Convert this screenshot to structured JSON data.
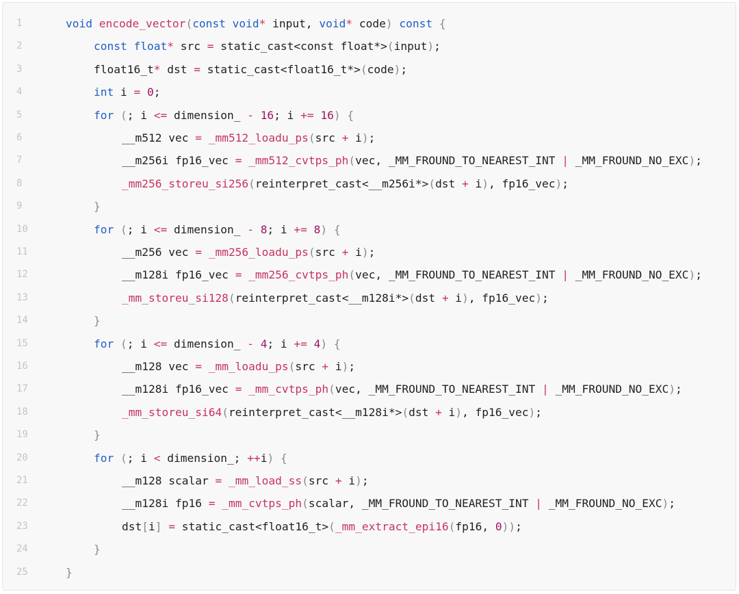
{
  "theme": {
    "keyword": "#1f5fc7",
    "function": "#c6335d",
    "number": "#a0125f",
    "operator": "#c6335d",
    "bracket": "#8a8a8a",
    "plain": "#1f1f1f",
    "line_number": "#c4c4c4"
  },
  "code": {
    "lines": [
      {
        "num": "1",
        "indent": 0,
        "tokens": [
          [
            "void",
            "kw"
          ],
          [
            " ",
            "plain"
          ],
          [
            "encode_vector",
            "fn"
          ],
          [
            "(",
            "br"
          ],
          [
            "const",
            "kw"
          ],
          [
            " ",
            "plain"
          ],
          [
            "void",
            "kw"
          ],
          [
            "*",
            "op"
          ],
          [
            " input, ",
            "plain"
          ],
          [
            "void",
            "kw"
          ],
          [
            "*",
            "op"
          ],
          [
            " code",
            "plain"
          ],
          [
            ")",
            "br"
          ],
          [
            " ",
            "plain"
          ],
          [
            "const",
            "kw"
          ],
          [
            " ",
            "plain"
          ],
          [
            "{",
            "br"
          ]
        ]
      },
      {
        "num": "2",
        "indent": 1,
        "tokens": [
          [
            "const",
            "kw"
          ],
          [
            " ",
            "plain"
          ],
          [
            "float",
            "kw"
          ],
          [
            "*",
            "op"
          ],
          [
            " src ",
            "plain"
          ],
          [
            "=",
            "op"
          ],
          [
            " static_cast<const float*>",
            "plain"
          ],
          [
            "(",
            "br"
          ],
          [
            "input",
            "plain"
          ],
          [
            ")",
            "br"
          ],
          [
            ";",
            "plain"
          ]
        ]
      },
      {
        "num": "3",
        "indent": 1,
        "tokens": [
          [
            "float16_t",
            "plain"
          ],
          [
            "*",
            "op"
          ],
          [
            " dst ",
            "plain"
          ],
          [
            "=",
            "op"
          ],
          [
            " static_cast<float16_t*>",
            "plain"
          ],
          [
            "(",
            "br"
          ],
          [
            "code",
            "plain"
          ],
          [
            ")",
            "br"
          ],
          [
            ";",
            "plain"
          ]
        ]
      },
      {
        "num": "4",
        "indent": 1,
        "tokens": [
          [
            "int",
            "kw"
          ],
          [
            " i ",
            "plain"
          ],
          [
            "=",
            "op"
          ],
          [
            " ",
            "plain"
          ],
          [
            "0",
            "num"
          ],
          [
            ";",
            "plain"
          ]
        ]
      },
      {
        "num": "5",
        "indent": 1,
        "tokens": [
          [
            "for",
            "kw"
          ],
          [
            " ",
            "plain"
          ],
          [
            "(",
            "br"
          ],
          [
            "; i ",
            "plain"
          ],
          [
            "<=",
            "op"
          ],
          [
            " dimension_ ",
            "plain"
          ],
          [
            "-",
            "op"
          ],
          [
            " ",
            "plain"
          ],
          [
            "16",
            "num"
          ],
          [
            "; i ",
            "plain"
          ],
          [
            "+=",
            "op"
          ],
          [
            " ",
            "plain"
          ],
          [
            "16",
            "num"
          ],
          [
            ")",
            "br"
          ],
          [
            " ",
            "plain"
          ],
          [
            "{",
            "br"
          ]
        ]
      },
      {
        "num": "6",
        "indent": 2,
        "tokens": [
          [
            "__m512 vec ",
            "plain"
          ],
          [
            "=",
            "op"
          ],
          [
            " ",
            "plain"
          ],
          [
            "_mm512_loadu_ps",
            "fn"
          ],
          [
            "(",
            "br"
          ],
          [
            "src ",
            "plain"
          ],
          [
            "+",
            "op"
          ],
          [
            " i",
            "plain"
          ],
          [
            ")",
            "br"
          ],
          [
            ";",
            "plain"
          ]
        ]
      },
      {
        "num": "7",
        "indent": 2,
        "tokens": [
          [
            "__m256i fp16_vec ",
            "plain"
          ],
          [
            "=",
            "op"
          ],
          [
            " ",
            "plain"
          ],
          [
            "_mm512_cvtps_ph",
            "fn"
          ],
          [
            "(",
            "br"
          ],
          [
            "vec, _MM_FROUND_TO_NEAREST_INT ",
            "plain"
          ],
          [
            "|",
            "op"
          ],
          [
            " _MM_FROUND_NO_EXC",
            "plain"
          ],
          [
            ")",
            "br"
          ],
          [
            ";",
            "plain"
          ]
        ]
      },
      {
        "num": "8",
        "indent": 2,
        "tokens": [
          [
            "_mm256_storeu_si256",
            "fn"
          ],
          [
            "(",
            "br"
          ],
          [
            "reinterpret_cast<__m256i*>",
            "plain"
          ],
          [
            "(",
            "br"
          ],
          [
            "dst ",
            "plain"
          ],
          [
            "+",
            "op"
          ],
          [
            " i",
            "plain"
          ],
          [
            ")",
            "br"
          ],
          [
            ", fp16_vec",
            "plain"
          ],
          [
            ")",
            "br"
          ],
          [
            ";",
            "plain"
          ]
        ]
      },
      {
        "num": "9",
        "indent": 1,
        "tokens": [
          [
            "}",
            "br"
          ]
        ]
      },
      {
        "num": "10",
        "indent": 1,
        "tokens": [
          [
            "for",
            "kw"
          ],
          [
            " ",
            "plain"
          ],
          [
            "(",
            "br"
          ],
          [
            "; i ",
            "plain"
          ],
          [
            "<=",
            "op"
          ],
          [
            " dimension_ ",
            "plain"
          ],
          [
            "-",
            "op"
          ],
          [
            " ",
            "plain"
          ],
          [
            "8",
            "num"
          ],
          [
            "; i ",
            "plain"
          ],
          [
            "+=",
            "op"
          ],
          [
            " ",
            "plain"
          ],
          [
            "8",
            "num"
          ],
          [
            ")",
            "br"
          ],
          [
            " ",
            "plain"
          ],
          [
            "{",
            "br"
          ]
        ]
      },
      {
        "num": "11",
        "indent": 2,
        "tokens": [
          [
            "__m256 vec ",
            "plain"
          ],
          [
            "=",
            "op"
          ],
          [
            " ",
            "plain"
          ],
          [
            "_mm256_loadu_ps",
            "fn"
          ],
          [
            "(",
            "br"
          ],
          [
            "src ",
            "plain"
          ],
          [
            "+",
            "op"
          ],
          [
            " i",
            "plain"
          ],
          [
            ")",
            "br"
          ],
          [
            ";",
            "plain"
          ]
        ]
      },
      {
        "num": "12",
        "indent": 2,
        "tokens": [
          [
            "__m128i fp16_vec ",
            "plain"
          ],
          [
            "=",
            "op"
          ],
          [
            " ",
            "plain"
          ],
          [
            "_mm256_cvtps_ph",
            "fn"
          ],
          [
            "(",
            "br"
          ],
          [
            "vec, _MM_FROUND_TO_NEAREST_INT ",
            "plain"
          ],
          [
            "|",
            "op"
          ],
          [
            " _MM_FROUND_NO_EXC",
            "plain"
          ],
          [
            ")",
            "br"
          ],
          [
            ";",
            "plain"
          ]
        ]
      },
      {
        "num": "13",
        "indent": 2,
        "tokens": [
          [
            "_mm_storeu_si128",
            "fn"
          ],
          [
            "(",
            "br"
          ],
          [
            "reinterpret_cast<__m128i*>",
            "plain"
          ],
          [
            "(",
            "br"
          ],
          [
            "dst ",
            "plain"
          ],
          [
            "+",
            "op"
          ],
          [
            " i",
            "plain"
          ],
          [
            ")",
            "br"
          ],
          [
            ", fp16_vec",
            "plain"
          ],
          [
            ")",
            "br"
          ],
          [
            ";",
            "plain"
          ]
        ]
      },
      {
        "num": "14",
        "indent": 1,
        "tokens": [
          [
            "}",
            "br"
          ]
        ]
      },
      {
        "num": "15",
        "indent": 1,
        "tokens": [
          [
            "for",
            "kw"
          ],
          [
            " ",
            "plain"
          ],
          [
            "(",
            "br"
          ],
          [
            "; i ",
            "plain"
          ],
          [
            "<=",
            "op"
          ],
          [
            " dimension_ ",
            "plain"
          ],
          [
            "-",
            "op"
          ],
          [
            " ",
            "plain"
          ],
          [
            "4",
            "num"
          ],
          [
            "; i ",
            "plain"
          ],
          [
            "+=",
            "op"
          ],
          [
            " ",
            "plain"
          ],
          [
            "4",
            "num"
          ],
          [
            ")",
            "br"
          ],
          [
            " ",
            "plain"
          ],
          [
            "{",
            "br"
          ]
        ]
      },
      {
        "num": "16",
        "indent": 2,
        "tokens": [
          [
            "__m128 vec ",
            "plain"
          ],
          [
            "=",
            "op"
          ],
          [
            " ",
            "plain"
          ],
          [
            "_mm_loadu_ps",
            "fn"
          ],
          [
            "(",
            "br"
          ],
          [
            "src ",
            "plain"
          ],
          [
            "+",
            "op"
          ],
          [
            " i",
            "plain"
          ],
          [
            ")",
            "br"
          ],
          [
            ";",
            "plain"
          ]
        ]
      },
      {
        "num": "17",
        "indent": 2,
        "tokens": [
          [
            "__m128i fp16_vec ",
            "plain"
          ],
          [
            "=",
            "op"
          ],
          [
            " ",
            "plain"
          ],
          [
            "_mm_cvtps_ph",
            "fn"
          ],
          [
            "(",
            "br"
          ],
          [
            "vec, _MM_FROUND_TO_NEAREST_INT ",
            "plain"
          ],
          [
            "|",
            "op"
          ],
          [
            " _MM_FROUND_NO_EXC",
            "plain"
          ],
          [
            ")",
            "br"
          ],
          [
            ";",
            "plain"
          ]
        ]
      },
      {
        "num": "18",
        "indent": 2,
        "tokens": [
          [
            "_mm_storeu_si64",
            "fn"
          ],
          [
            "(",
            "br"
          ],
          [
            "reinterpret_cast<__m128i*>",
            "plain"
          ],
          [
            "(",
            "br"
          ],
          [
            "dst ",
            "plain"
          ],
          [
            "+",
            "op"
          ],
          [
            " i",
            "plain"
          ],
          [
            ")",
            "br"
          ],
          [
            ", fp16_vec",
            "plain"
          ],
          [
            ")",
            "br"
          ],
          [
            ";",
            "plain"
          ]
        ]
      },
      {
        "num": "19",
        "indent": 1,
        "tokens": [
          [
            "}",
            "br"
          ]
        ]
      },
      {
        "num": "20",
        "indent": 1,
        "tokens": [
          [
            "for",
            "kw"
          ],
          [
            " ",
            "plain"
          ],
          [
            "(",
            "br"
          ],
          [
            "; i ",
            "plain"
          ],
          [
            "<",
            "op"
          ],
          [
            " dimension_; ",
            "plain"
          ],
          [
            "++",
            "op"
          ],
          [
            "i",
            "plain"
          ],
          [
            ")",
            "br"
          ],
          [
            " ",
            "plain"
          ],
          [
            "{",
            "br"
          ]
        ]
      },
      {
        "num": "21",
        "indent": 2,
        "tokens": [
          [
            "__m128 scalar ",
            "plain"
          ],
          [
            "=",
            "op"
          ],
          [
            " ",
            "plain"
          ],
          [
            "_mm_load_ss",
            "fn"
          ],
          [
            "(",
            "br"
          ],
          [
            "src ",
            "plain"
          ],
          [
            "+",
            "op"
          ],
          [
            " i",
            "plain"
          ],
          [
            ")",
            "br"
          ],
          [
            ";",
            "plain"
          ]
        ]
      },
      {
        "num": "22",
        "indent": 2,
        "tokens": [
          [
            "__m128i fp16 ",
            "plain"
          ],
          [
            "=",
            "op"
          ],
          [
            " ",
            "plain"
          ],
          [
            "_mm_cvtps_ph",
            "fn"
          ],
          [
            "(",
            "br"
          ],
          [
            "scalar, _MM_FROUND_TO_NEAREST_INT ",
            "plain"
          ],
          [
            "|",
            "op"
          ],
          [
            " _MM_FROUND_NO_EXC",
            "plain"
          ],
          [
            ")",
            "br"
          ],
          [
            ";",
            "plain"
          ]
        ]
      },
      {
        "num": "23",
        "indent": 2,
        "tokens": [
          [
            "dst",
            "plain"
          ],
          [
            "[",
            "br"
          ],
          [
            "i",
            "plain"
          ],
          [
            "]",
            "br"
          ],
          [
            " ",
            "plain"
          ],
          [
            "=",
            "op"
          ],
          [
            " static_cast<float16_t>",
            "plain"
          ],
          [
            "(",
            "br"
          ],
          [
            "_mm_extract_epi16",
            "fn"
          ],
          [
            "(",
            "br"
          ],
          [
            "fp16, ",
            "plain"
          ],
          [
            "0",
            "num"
          ],
          [
            ")",
            "br"
          ],
          [
            ")",
            "br"
          ],
          [
            ";",
            "plain"
          ]
        ]
      },
      {
        "num": "24",
        "indent": 1,
        "tokens": [
          [
            "}",
            "br"
          ]
        ]
      },
      {
        "num": "25",
        "indent": 0,
        "tokens": [
          [
            "}",
            "br"
          ]
        ]
      }
    ]
  }
}
